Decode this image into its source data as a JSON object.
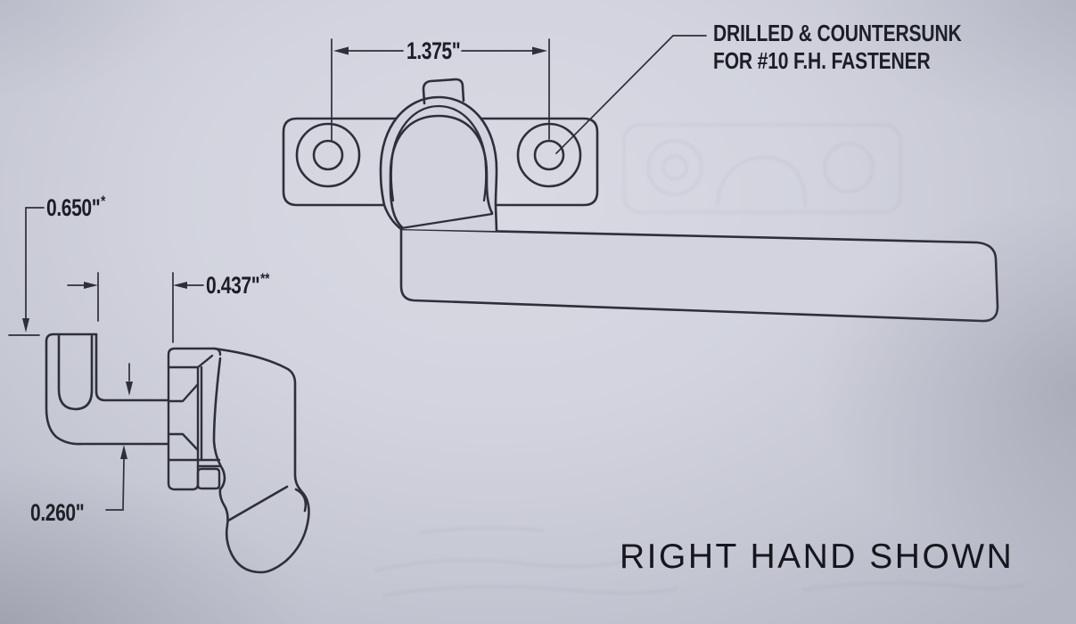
{
  "caption": "RIGHT HAND SHOWN",
  "callout": {
    "line1": "DRILLED & COUNTERSUNK",
    "line2": "FOR #10 F.H. FASTENER"
  },
  "dimensions": {
    "hole_spacing": {
      "value": "1.375\"",
      "note": ""
    },
    "hook_height": {
      "value": "0.650\"",
      "note": "*"
    },
    "frame_gap": {
      "value": "0.437\"",
      "note": "**"
    },
    "hook_thickness": {
      "value": "0.260\"",
      "note": ""
    }
  },
  "drawing": {
    "subject": "casement window handle, right hand",
    "views": [
      "top view of mounting base and lever arm",
      "side view of hook and grip"
    ]
  },
  "colors": {
    "paper": "#d2d3de",
    "line": "#2e2f38",
    "text": "#1c1d25"
  }
}
